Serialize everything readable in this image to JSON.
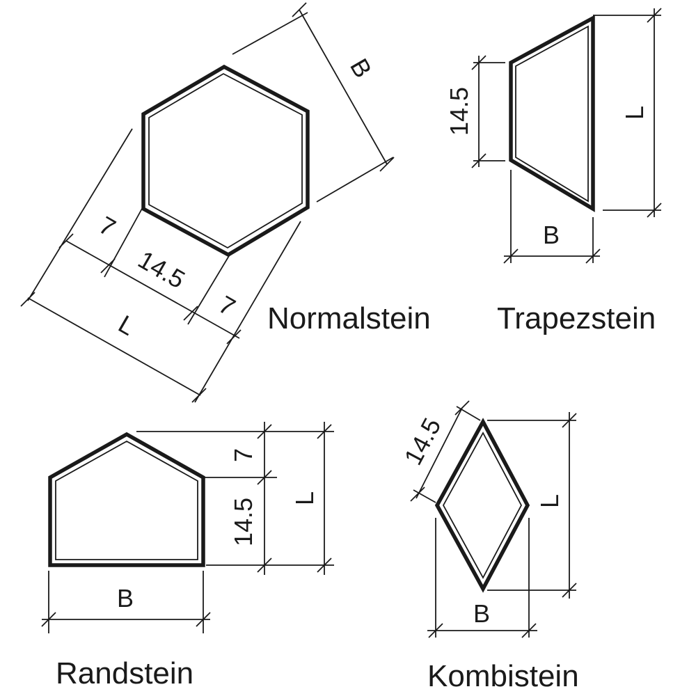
{
  "normalstein": {
    "caption": "Normalstein",
    "dims": {
      "b": "B",
      "seg_a": "7",
      "seg_b": "14.5",
      "seg_c": "7",
      "l": "L"
    }
  },
  "trapezstein": {
    "caption": "Trapezstein",
    "dims": {
      "short_side": "14.5",
      "l": "L",
      "b": "B"
    }
  },
  "randstein": {
    "caption": "Randstein",
    "dims": {
      "top": "7",
      "side": "14.5",
      "l": "L",
      "b": "B"
    }
  },
  "kombistein": {
    "caption": "Kombistein",
    "dims": {
      "edge": "14.5",
      "l": "L",
      "b": "B"
    }
  }
}
